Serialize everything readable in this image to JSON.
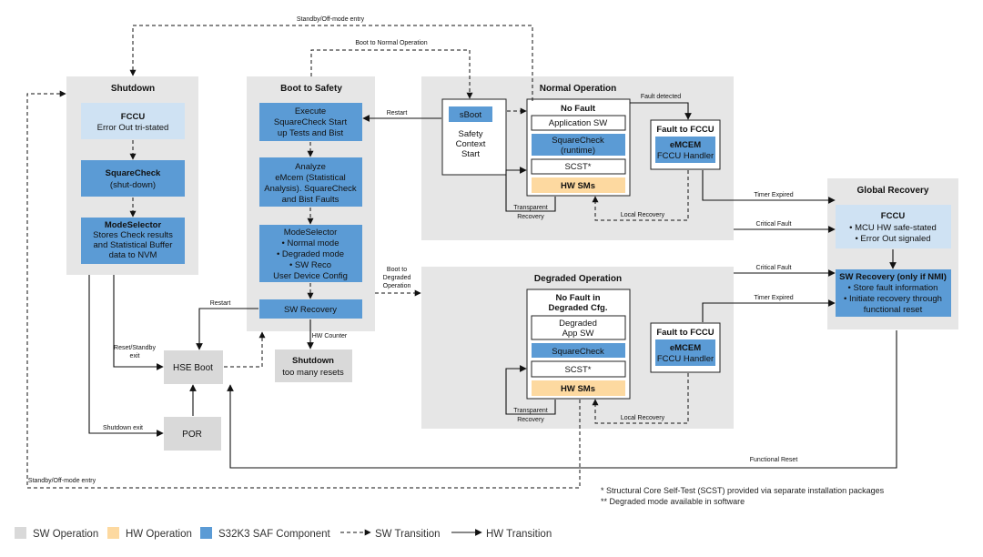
{
  "colors": {
    "sw_operation": "#d9d9d9",
    "hw_operation": "#fdd9a0",
    "saf_component": "#5b9bd5",
    "light_component": "#cfe2f3",
    "group_background": "#e6e6e6"
  },
  "groups": {
    "shutdown": "Shutdown",
    "boot_to_safety": "Boot to Safety",
    "normal_operation": "Normal Operation",
    "degraded_operation": "Degraded Operation",
    "global_recovery": "Global Recovery"
  },
  "shutdown": {
    "fccu": [
      "FCCU",
      "Error Out tri-stated"
    ],
    "squarecheck": [
      "SquareCheck",
      "(shut-down)"
    ],
    "modeselector": [
      "ModeSelector",
      "Stores Check results",
      "and Statistical Buffer",
      "data to NVM"
    ]
  },
  "boot": {
    "execute": [
      "Execute",
      "SquareCheck Start",
      "up Tests and Bist"
    ],
    "analyze": [
      "Analyze",
      "eMcem (Statistical",
      "Analysis). SquareCheck",
      "and Bist Faults"
    ],
    "modeselector": [
      "ModeSelector",
      "• Normal mode",
      "• Degraded mode",
      "• SW Reco",
      "User Device Config"
    ],
    "sw_recovery": "SW Recovery",
    "hse_boot": "HSE Boot",
    "por": "POR",
    "shutdown_resets": [
      "Shutdown",
      "too many resets"
    ]
  },
  "normal": {
    "sboot": "sBoot",
    "safety_context": [
      "Safety",
      "Context",
      "Start"
    ],
    "no_fault": "No Fault",
    "app_sw": "Application SW",
    "squarecheck": [
      "SquareCheck",
      "(runtime)"
    ],
    "scst": "SCST*",
    "hw_sms": "HW SMs",
    "fault_title": "Fault to FCCU",
    "emcem": [
      "eMCEM",
      "FCCU Handler"
    ]
  },
  "degraded": {
    "no_fault": [
      "No Fault in",
      "Degraded Cfg."
    ],
    "app_sw": [
      "Degraded",
      "App SW"
    ],
    "squarecheck": "SquareCheck",
    "scst": "SCST*",
    "hw_sms": "HW SMs",
    "fault_title": "Fault to FCCU",
    "emcem": [
      "eMCEM",
      "FCCU Handler"
    ]
  },
  "global": {
    "fccu": [
      "FCCU",
      "• MCU HW safe-stated",
      "• Error Out signaled"
    ],
    "sw_recovery": [
      "SW Recovery (only if NMI)",
      "• Store fault information",
      "• Initiate recovery through",
      "functional reset"
    ]
  },
  "transitions": {
    "standby_top": "Standby/Off-mode entry",
    "boot_to_normal": "Boot to Normal Operation",
    "restart_top": "Restart",
    "fault_detected": "Fault detected",
    "timer_expired_normal": "Timer Expired",
    "critical_fault_normal": "Critical Fault",
    "transparent_recovery_normal": [
      "Transparent",
      "Recovery"
    ],
    "local_recovery_normal": "Local Recovery",
    "boot_to_degraded": [
      "Boot to",
      "Degraded",
      "Operation"
    ],
    "critical_fault_degraded": "Critical Fault",
    "timer_expired_degraded": "Timer Expired",
    "restart_left": "Restart",
    "hw_counter": "HW Counter",
    "reset_standby_exit": [
      "Reset/Standby",
      "exit"
    ],
    "shutdown_exit": "Shutdown exit",
    "transparent_recovery_degraded": [
      "Transparent",
      "Recovery"
    ],
    "local_recovery_degraded": "Local Recovery",
    "functional_reset": "Functional Reset",
    "standby_bottom": "Standby/Off-mode entry"
  },
  "notes": [
    "* Structural Core Self-Test (SCST) provided via separate installation packages",
    "** Degraded mode available in software"
  ],
  "legend": {
    "sw_operation": "SW Operation",
    "hw_operation": "HW Operation",
    "saf_component": "S32K3 SAF Component",
    "sw_transition": "SW Transition",
    "hw_transition": "HW Transition"
  }
}
